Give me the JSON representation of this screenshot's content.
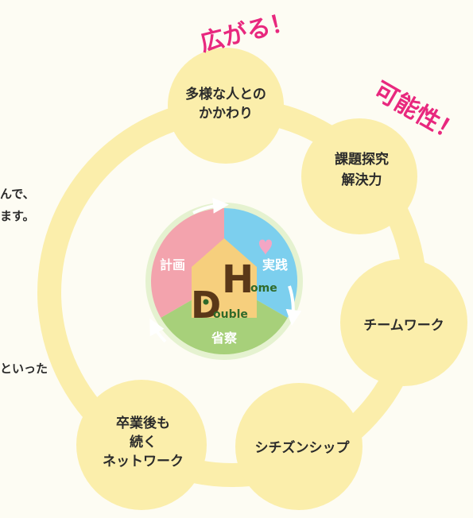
{
  "side_text": {
    "line1": "んで、",
    "line2": "ます。",
    "line3": "といった"
  },
  "accent": {
    "spread_label": "広がる！",
    "possibility_label": "可能性！"
  },
  "cycle": {
    "nodes": [
      {
        "id": "diversity",
        "lines": [
          "多様な人との",
          "かかわり"
        ]
      },
      {
        "id": "problem-solving",
        "lines": [
          "課題探究",
          "解決力"
        ]
      },
      {
        "id": "teamwork",
        "lines": [
          "チームワーク"
        ]
      },
      {
        "id": "citizenship",
        "lines": [
          "シチズンシップ"
        ]
      },
      {
        "id": "network",
        "lines": [
          "卒業後も",
          "続く",
          "ネットワーク"
        ]
      }
    ]
  },
  "center": {
    "segments": {
      "plan": "計画",
      "practice": "実践",
      "reflection": "省察"
    },
    "logo": {
      "big_h": "H",
      "small_h": "ome",
      "big_d": "D",
      "small_d": "ouble"
    }
  },
  "colors": {
    "ring": "#fbeeab",
    "ring_inner": "#fdfcf3",
    "accent_pink": "#e8287e",
    "segment_plan": "#f3a3ad",
    "segment_practice": "#7ccfee",
    "segment_reflection": "#a7d07a",
    "house": "#f6cf7d",
    "logo_brown": "#5a3818",
    "logo_green": "#2f6a2a"
  }
}
